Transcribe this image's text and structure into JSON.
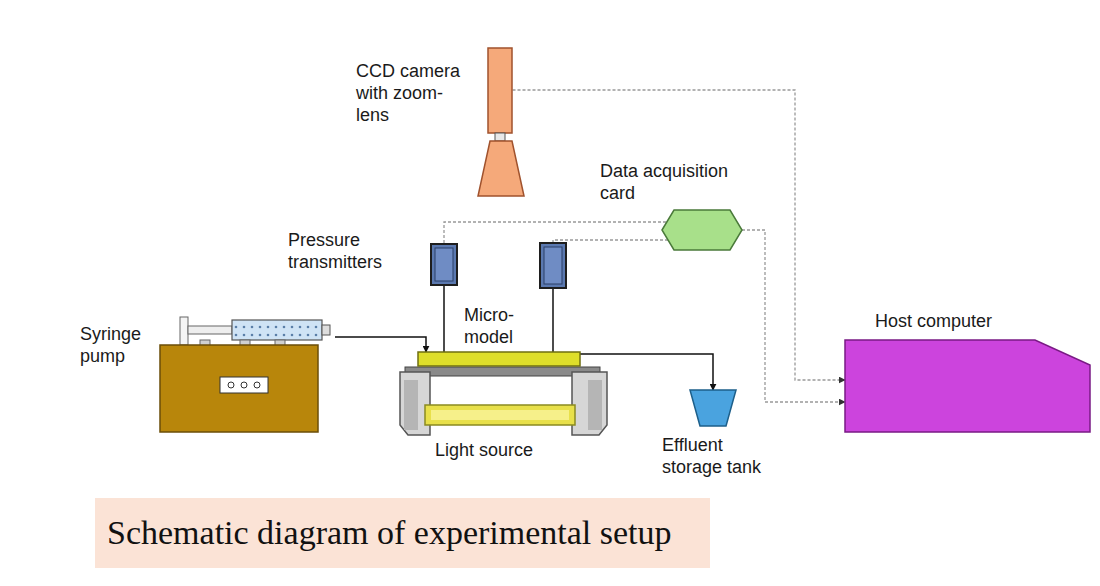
{
  "diagram": {
    "caption": "Schematic diagram of experimental setup",
    "nodes": [
      {
        "text": [
          "CCD camera with zoom-lens"
        ]
      },
      {
        "text": [
          "Pressure transmitters"
        ]
      },
      {
        "text": [
          "Data acquisition card"
        ]
      },
      {
        "text": [
          "Syringe pump"
        ]
      },
      {
        "text": [
          "Micro-model"
        ]
      },
      {
        "text": [
          "Light source"
        ]
      },
      {
        "text": [
          "Effluent storage tank"
        ]
      },
      {
        "text": [
          "Host computer"
        ]
      }
    ],
    "edges": [
      {
        "from": 0,
        "to": 7,
        "arrow": "to"
      },
      {
        "from": 1,
        "to": 2,
        "arrow": "none"
      },
      {
        "from": 2,
        "to": 7,
        "arrow": "to"
      },
      {
        "from": 3,
        "to": 4,
        "arrow": "to"
      },
      {
        "from": 1,
        "to": 4,
        "arrow": "none"
      },
      {
        "from": 4,
        "to": 6,
        "arrow": "to"
      }
    ]
  }
}
